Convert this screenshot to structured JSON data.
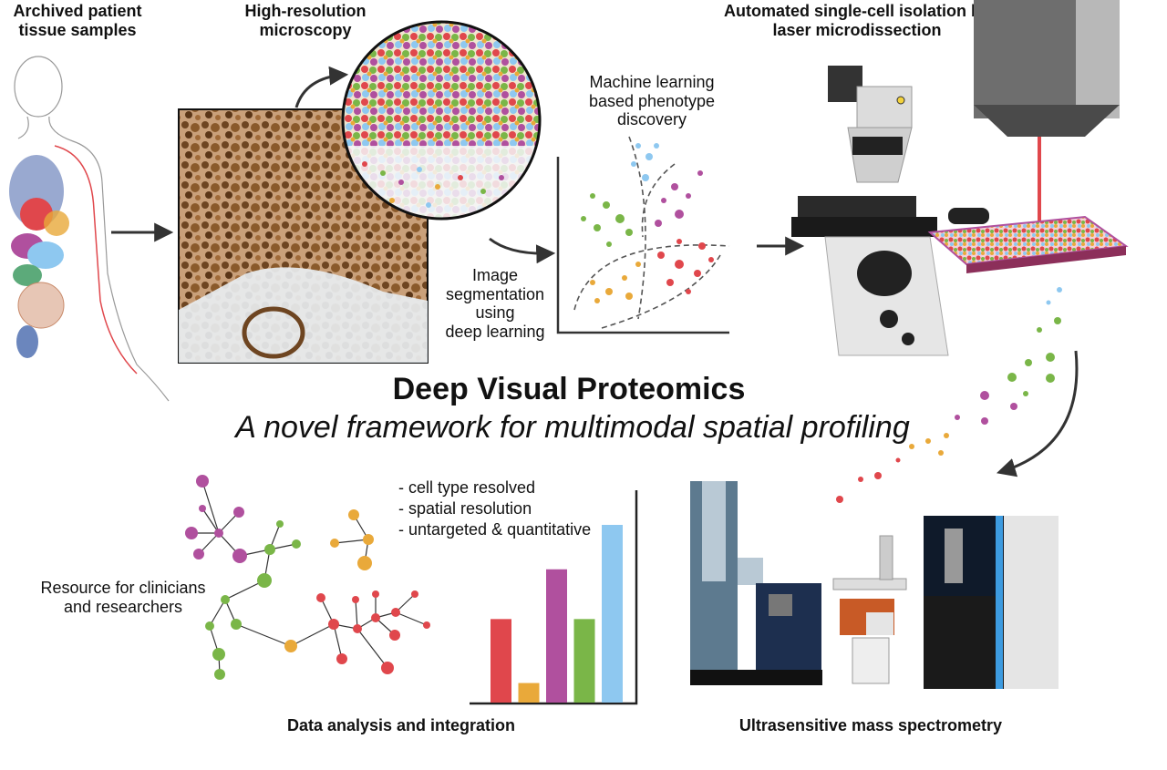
{
  "labels": {
    "archived": "Archived patient\ntissue samples",
    "microscopy": "High-resolution\nmicroscopy",
    "automated": "Automated single-cell isolation by\nlaser microdissection",
    "ml": "Machine learning\nbased phenotype\ndiscovery",
    "segmentation": "Image\nsegmentation\nusing\ndeep learning",
    "title": "Deep Visual Proteomics",
    "subtitle": "A novel framework for multimodal spatial profiling",
    "resource": "Resource for clinicians\nand researchers",
    "data_analysis": "Data analysis and integration",
    "mass_spec": "Ultrasensitive mass spectrometry"
  },
  "bullets": [
    "- cell type resolved",
    "- spatial resolution",
    "- untargeted & quantitative"
  ],
  "colors": {
    "red": "#e0474c",
    "orange": "#e9a93a",
    "purple": "#b0509e",
    "green": "#7ab648",
    "blue": "#8ec8f0",
    "tissue": "#8a5a2b",
    "dark": "#333333"
  },
  "bar_values": [
    {
      "color": "red",
      "value": 0.47
    },
    {
      "color": "orange",
      "value": 0.11
    },
    {
      "color": "purple",
      "value": 0.75
    },
    {
      "color": "green",
      "value": 0.47
    },
    {
      "color": "blue",
      "value": 1.0
    }
  ]
}
